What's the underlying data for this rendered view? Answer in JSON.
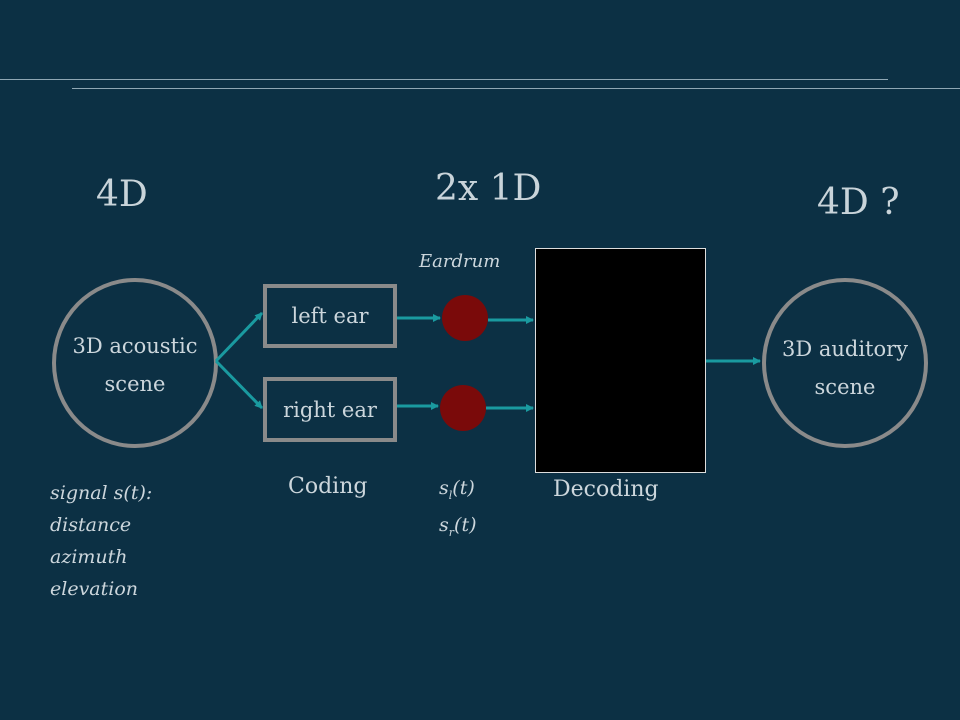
{
  "headings": {
    "left": "4D",
    "middle": "2x 1D",
    "right": "4D ?"
  },
  "source": {
    "line1": "3D acoustic",
    "line2": "scene"
  },
  "target": {
    "line1": "3D auditory",
    "line2": "scene"
  },
  "ears": {
    "left": "left ear",
    "right": "right ear"
  },
  "eardrum_label": "Eardrum",
  "coding_label": "Coding",
  "decoding_label": "Decoding",
  "signals": {
    "left_base": "s",
    "left_sub": "l",
    "left_arg": "(t)",
    "right_base": "s",
    "right_sub": "r",
    "right_arg": "(t)"
  },
  "signal_description": {
    "title": "signal s(t):",
    "items": [
      "distance",
      "azimuth",
      "elevation"
    ]
  },
  "colors": {
    "background": "#0c3044",
    "arrow": "#1a9aa0",
    "eardrum": "#7a0a0a",
    "outline": "#8a8a8a"
  }
}
